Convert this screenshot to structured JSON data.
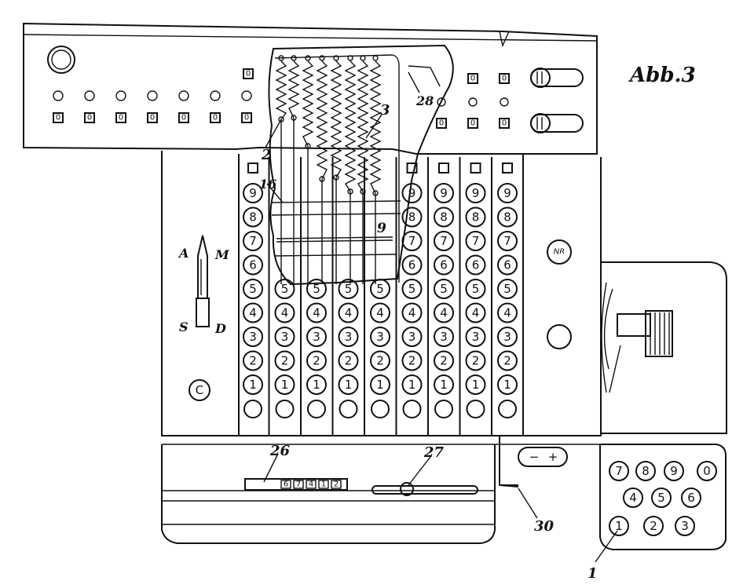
{
  "figure": {
    "title": "Abb.3",
    "part_labels": [
      "2",
      "3",
      "16",
      "9",
      "28",
      "26",
      "27",
      "30",
      "1"
    ]
  },
  "keyboard": {
    "column_digits": [
      "9",
      "8",
      "7",
      "6",
      "5",
      "4",
      "3",
      "2",
      "1"
    ],
    "column_count": 9
  },
  "selector": {
    "letters": [
      "A",
      "M",
      "S",
      "D"
    ]
  },
  "buttons": {
    "left": "C",
    "right": "NR"
  },
  "counter": {
    "digits": [
      "6",
      "7",
      "4",
      "1",
      "2"
    ]
  },
  "sign_switch": {
    "minus": "−",
    "plus": "+"
  },
  "tenkey": {
    "rows": [
      [
        "7",
        "8",
        "9",
        "0"
      ],
      [
        "4",
        "5",
        "6"
      ],
      [
        "1",
        "2",
        "3"
      ]
    ]
  },
  "top_register": {
    "zero_glyph": "0"
  }
}
